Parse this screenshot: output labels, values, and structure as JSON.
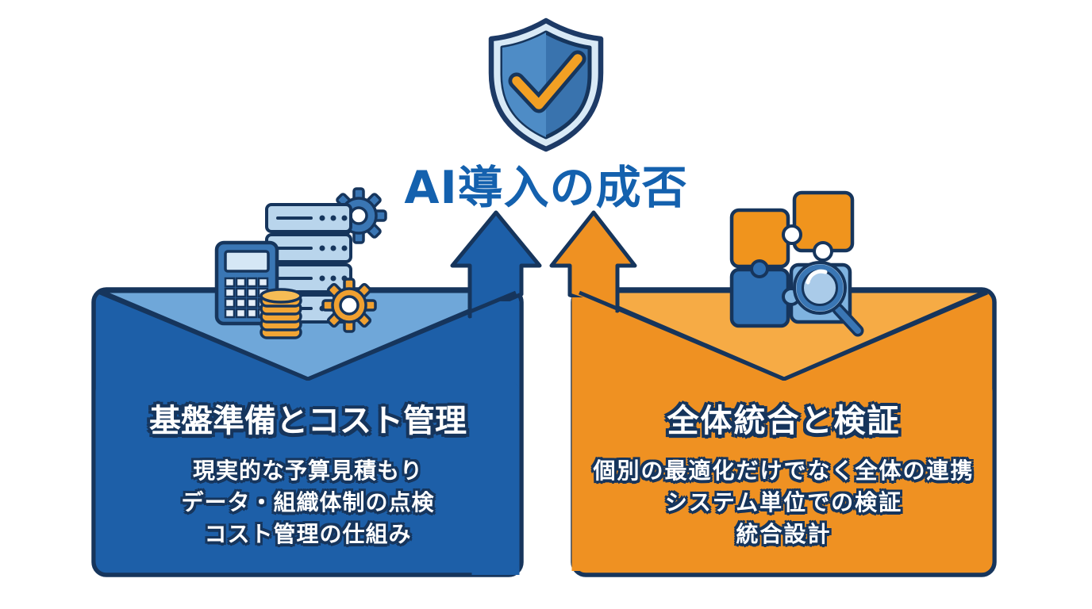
{
  "title": "AI導入の成否",
  "colors": {
    "title_text": "#1461ae",
    "outline_navy": "#16355c",
    "left_body": "#1d5fa8",
    "left_flap": "#6fa7d9",
    "right_body": "#ef9122",
    "right_flap": "#f6ab45",
    "icon_blue": "#3a76b4",
    "icon_orange": "#f0a030",
    "icon_light_blue": "#b9d5ec",
    "shield_ring": "#d8e9f6",
    "shield_left": "#4e8cc6",
    "shield_right": "#3973ae",
    "check_orange": "#f2a024",
    "white": "#ffffff"
  },
  "left_panel": {
    "title": "基盤準備とコスト管理",
    "items": [
      "現実的な予算見積もり",
      "データ・組織体制の点検",
      "コスト管理の仕組み"
    ],
    "icons": [
      "calculator-icon",
      "server-icon",
      "gear-icon",
      "coins-icon"
    ]
  },
  "right_panel": {
    "title": "全体統合と検証",
    "items": [
      "個別の最適化だけでなく全体の連携",
      "システム単位での検証",
      "統合設計"
    ],
    "icons": [
      "puzzle-icon",
      "magnifying-glass-icon"
    ]
  }
}
